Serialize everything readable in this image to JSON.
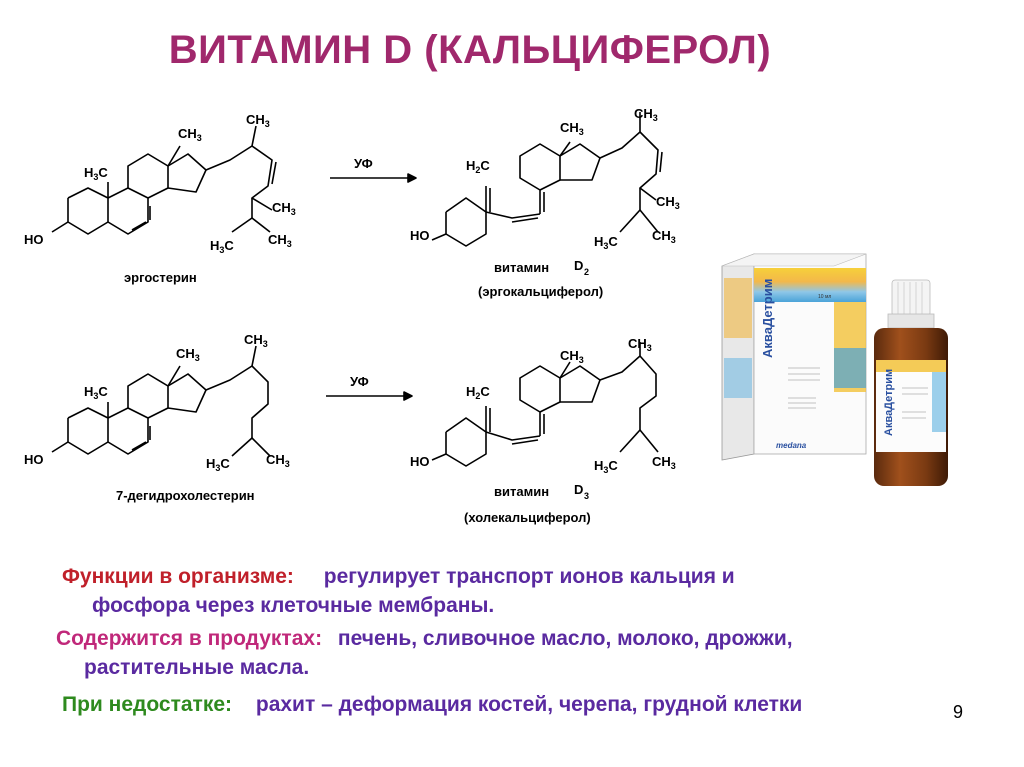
{
  "title": "ВИТАМИН D (КАЛЬЦИФЕРОЛ)",
  "structures": {
    "ergosterol": {
      "name": "эргостерин",
      "ho": "HO"
    },
    "vitamin_d2": {
      "name": "витамин",
      "sub": "D",
      "sub_index": "2",
      "alt_name": "(эргокальциферол)",
      "ho": "HO"
    },
    "dehydrocholesterol": {
      "name": "7-дегидрохолестерин",
      "ho": "HO"
    },
    "vitamin_d3": {
      "name": "витамин",
      "sub": "D",
      "sub_index": "3",
      "alt_name": "(холекальциферол)",
      "ho": "HO"
    }
  },
  "arrows": {
    "top_label": "УФ",
    "bottom_label": "УФ"
  },
  "product": {
    "brand": "АкваДетрим",
    "maker": "medana",
    "box_volume": "10 мл",
    "bottle_text": "АкваДетрим"
  },
  "functions": {
    "label": "Функции в организме:",
    "text_line1": "регулирует транспорт ионов кальция и",
    "text_line2": "фосфора через клеточные мембраны."
  },
  "sources": {
    "label": "Содержится в продуктах:",
    "text_line1": "печень, сливочное масло, молоко, дрожжи,",
    "text_line2": "растительные масла."
  },
  "deficiency": {
    "label": "При недостатке:",
    "text": "рахит – деформация костей, черепа, грудной клетки"
  },
  "page_number": "9"
}
